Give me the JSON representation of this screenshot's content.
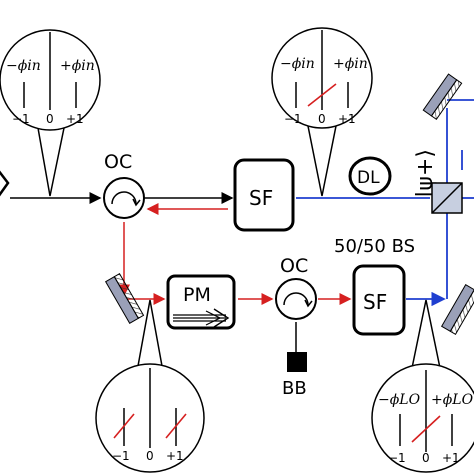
{
  "labels": {
    "oc_left": "OC",
    "oc_right": "OC",
    "sf_top": "SF",
    "sf_bottom": "SF",
    "dl": "DL",
    "pm": "PM",
    "bb": "BB",
    "bs": "50/50 BS",
    "psi": "|ψ+⟩"
  },
  "spectrum_top_left": {
    "minus": "−ϕin",
    "plus": "+ϕin",
    "ticks": [
      "−1",
      "0",
      "+1"
    ]
  },
  "spectrum_top_right": {
    "minus": "−ϕin",
    "plus": "+ϕin",
    "ticks": [
      "−1",
      "0",
      "+1"
    ]
  },
  "spectrum_bottom_left": {
    "ticks": [
      "−1",
      "0",
      "+1"
    ]
  },
  "spectrum_bottom_right": {
    "minus": "−ϕLO",
    "plus": "+ϕLO",
    "ticks": [
      "−1",
      "0",
      "+1"
    ]
  },
  "colors": {
    "beam_black": "#000000",
    "beam_red": "#d62020",
    "beam_blue": "#1f3fd0",
    "mirror": "#9aa0b8",
    "bs_fill": "#b8c2d8"
  }
}
